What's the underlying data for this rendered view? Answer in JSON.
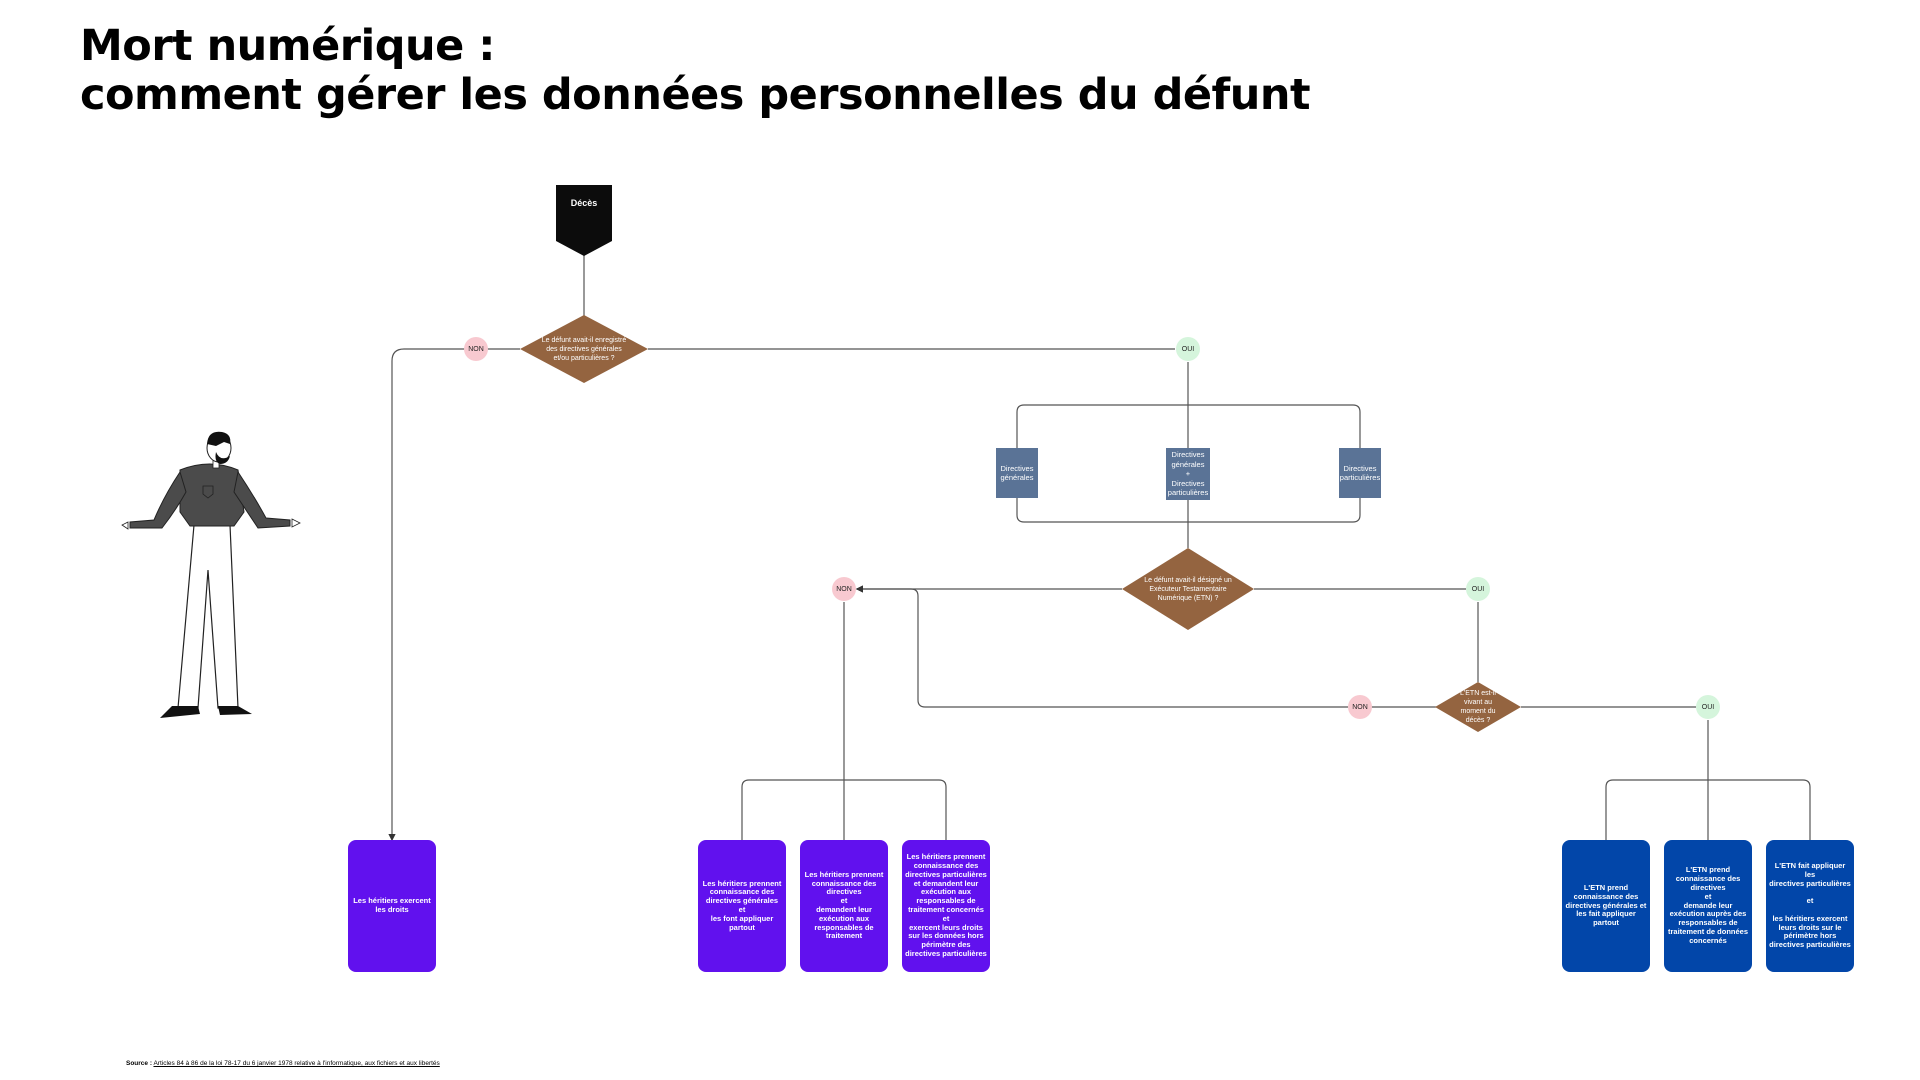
{
  "title": {
    "line1": "Mort numérique :",
    "line2": "comment gérer les données personnelles du défunt"
  },
  "start": {
    "label": "Décès"
  },
  "decisions": {
    "q1": "Le défunt avait-il enregistré des directives générales et/ou particulières ?",
    "q2": "Le défunt avait-il désigné un Exécuteur Testamentaire Numérique (ETN) ?",
    "q3": "L'ETN est-il vivant au moment du décès ?"
  },
  "badges": {
    "non": "NON",
    "oui": "OUI"
  },
  "directive_types": {
    "general": "Directives\ngénérales",
    "both": "Directives\ngénérales\n+\nDirectives\nparticulières",
    "particular": "Directives\nparticulières"
  },
  "outcomes": {
    "no_directives": "Les héritiers exercent\nles droits",
    "heirs_general": "Les héritiers prennent\nconnaissance des\ndirectives générales\net\nles font appliquer\npartout",
    "heirs_both": "Les héritiers prennent\nconnaissance des\ndirectives\net\ndemandent leur\nexécution aux\nresponsables de\ntraitement",
    "heirs_particular": "Les héritiers prennent\nconnaissance des\ndirectives particulières\net demandent leur\nexécution aux\nresponsables de\ntraitement concernés\net\nexercent leurs droits\nsur les données hors\npérimètre des\ndirectives particulières",
    "etn_general": "L'ETN prend\nconnaissance des\ndirectives générales et\nles fait appliquer\npartout",
    "etn_both": "L'ETN prend\nconnaissance des\ndirectives\net\ndemande leur\nexécution auprès des\nresponsables de\ntraitement de données\nconcernés",
    "etn_particular": "L'ETN fait appliquer les\ndirectives particulières\n\net\n\nles héritiers exercent\nleurs droits sur le\npérimètre hors\ndirectives particulières"
  },
  "source": {
    "label": "Source :",
    "text": "Articles 84 à 86 de la loi 78-17 du 6 janvier 1978 relative à l'informatique, aux fichiers et aux libertés"
  },
  "colors": {
    "decision": "#946440",
    "start": "#0c0c0c",
    "directive_box": "#5a7396",
    "heirs_outcome": "#6111ee",
    "etn_outcome": "#0246a9",
    "non_badge": "#f8c9d0",
    "oui_badge": "#d5f5dc"
  },
  "icons": {
    "person": "shrugging-man-illustration"
  }
}
